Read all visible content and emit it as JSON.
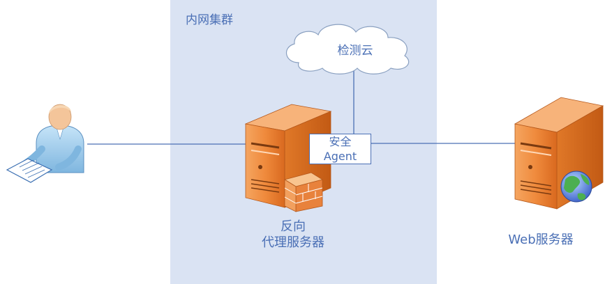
{
  "zone": {
    "title": "内网集群",
    "color": "#dae3f3"
  },
  "cloud": {
    "label": "检测云"
  },
  "agent": {
    "line1": "安全",
    "line2": "Agent"
  },
  "proxy": {
    "line1": "反向",
    "line2": "代理服务器"
  },
  "web_server": {
    "label": "Web服务器"
  },
  "colors": {
    "accent": "#4a6fb5",
    "server_orange": "#e8823c",
    "firewall": "#f2a05e",
    "user_blue": "#a9d3f0",
    "globe_green": "#4caf50"
  },
  "icons": [
    "user-icon",
    "cloud-icon",
    "server-icon",
    "firewall-icon",
    "globe-icon"
  ]
}
